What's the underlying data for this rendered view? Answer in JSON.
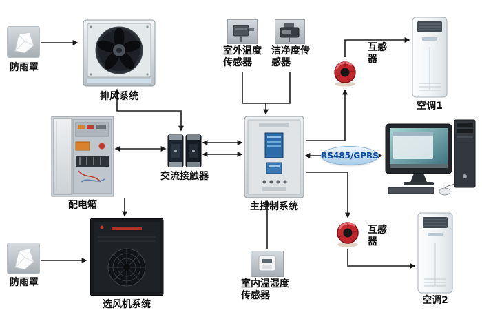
{
  "nodes": {
    "rain_cover_top": "防雨罩",
    "exhaust_system": "排风系统",
    "outdoor_temp_sensor": "室外温度传感器",
    "cleanliness_sensor": "洁净度传感器",
    "transformer_top": "互感器",
    "ac_unit_1": "空调1",
    "distribution_box": "配电箱",
    "ac_contactor": "交流接触器",
    "main_control_system": "主控制系统",
    "bus_label": "RS485/GPRS",
    "transformer_bottom": "互感器",
    "ac_unit_2": "空调2",
    "rain_cover_bottom": "防雨罩",
    "fan_selection_system": "选风机系统",
    "indoor_temp_humidity_sensor": "室内温湿度传感器"
  },
  "colors": {
    "line": "#1a1a1a",
    "bus_fill": "#b9d7ee",
    "bus_text": "#0d4a9e",
    "transformer_red": "#c1272d"
  },
  "edges": [
    {
      "from": "rain_cover_top",
      "to": "exhaust_system",
      "direction": "->"
    },
    {
      "from": "exhaust_system",
      "to": "ac_contactor",
      "direction": "<->"
    },
    {
      "from": "outdoor_temp_sensor",
      "to": "main_control_system",
      "direction": "->"
    },
    {
      "from": "cleanliness_sensor",
      "to": "main_control_system",
      "direction": "->"
    },
    {
      "from": "distribution_box",
      "to": "ac_contactor",
      "direction": "<->"
    },
    {
      "from": "ac_contactor",
      "to": "main_control_system",
      "direction": "<->"
    },
    {
      "from": "distribution_box",
      "to": "fan_selection_system",
      "direction": "->"
    },
    {
      "from": "rain_cover_bottom",
      "to": "fan_selection_system",
      "direction": "->"
    },
    {
      "from": "indoor_temp_humidity_sensor",
      "to": "main_control_system",
      "direction": "->"
    },
    {
      "from": "main_control_system",
      "to": "computer",
      "via": "RS485/GPRS",
      "direction": "<->"
    },
    {
      "from": "main_control_system",
      "to": "transformer_top",
      "direction": "->"
    },
    {
      "from": "transformer_top",
      "to": "ac_unit_1",
      "direction": "->"
    },
    {
      "from": "main_control_system",
      "to": "transformer_bottom",
      "direction": "->"
    },
    {
      "from": "transformer_bottom",
      "to": "ac_unit_2",
      "direction": "->"
    }
  ]
}
